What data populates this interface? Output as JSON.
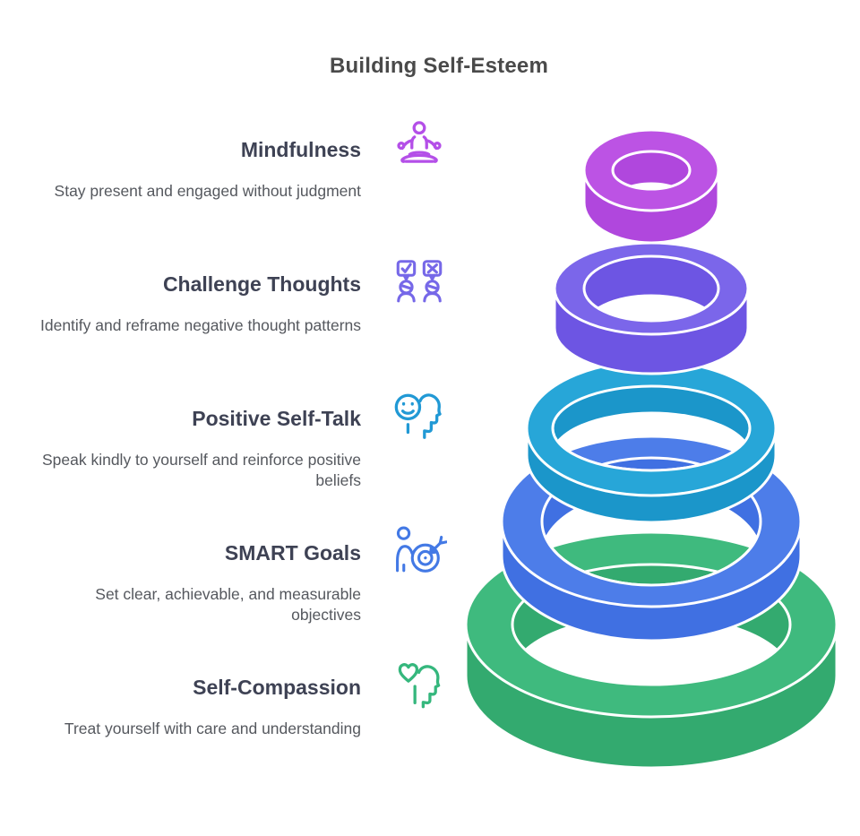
{
  "page": {
    "title": "Building Self-Esteem",
    "background": "#ffffff"
  },
  "levels": [
    {
      "title": "Mindfulness",
      "description": "Stay present and engaged without judgment",
      "icon": "meditation-icon",
      "icon_color": "#b44fe8",
      "ring_top_color": "#bc53e4",
      "ring_side_color": "#b047dd"
    },
    {
      "title": "Challenge Thoughts",
      "description": "Identify and reframe negative thought patterns",
      "icon": "thought-bubbles-check-x-icon",
      "icon_color": "#7668e8",
      "ring_top_color": "#7b66ea",
      "ring_side_color": "#6d55e3"
    },
    {
      "title": "Positive Self-Talk",
      "description": "Speak kindly to yourself and reinforce positive beliefs",
      "icon": "smiley-head-profile-icon",
      "icon_color": "#2199d5",
      "ring_top_color": "#27a6d8",
      "ring_side_color": "#1b96ca"
    },
    {
      "title": "SMART Goals",
      "description": "Set clear, achievable, and measurable objectives",
      "icon": "person-target-arrow-icon",
      "icon_color": "#4379e5",
      "ring_top_color": "#4d7de9",
      "ring_side_color": "#4070e2"
    },
    {
      "title": "Self-Compassion",
      "description": "Treat yourself with care and understanding",
      "icon": "heart-head-profile-icon",
      "icon_color": "#35b77d",
      "ring_top_color": "#3fba7e",
      "ring_side_color": "#33aa6f"
    }
  ],
  "ring_outline_color": "#ffffff"
}
